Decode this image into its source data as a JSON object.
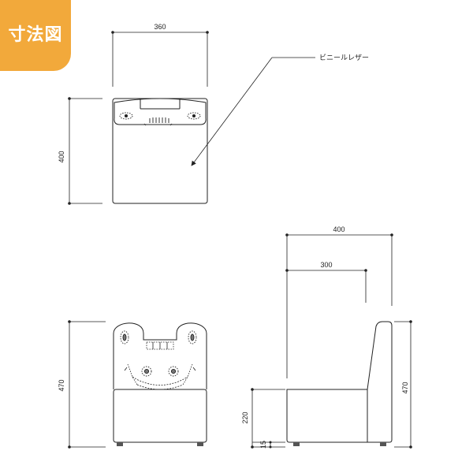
{
  "badge": {
    "label": "寸法図",
    "color": "#f2a93b"
  },
  "top_view": {
    "width_label": "360",
    "depth_label": "400"
  },
  "material": {
    "label": "ビニールレザー"
  },
  "front_view": {
    "height_label": "470"
  },
  "side_view": {
    "depth_label": "400",
    "seat_depth_label": "300",
    "height_label": "470",
    "seat_height_label": "220",
    "leg_height_label": "15"
  },
  "line_color": "#222222"
}
